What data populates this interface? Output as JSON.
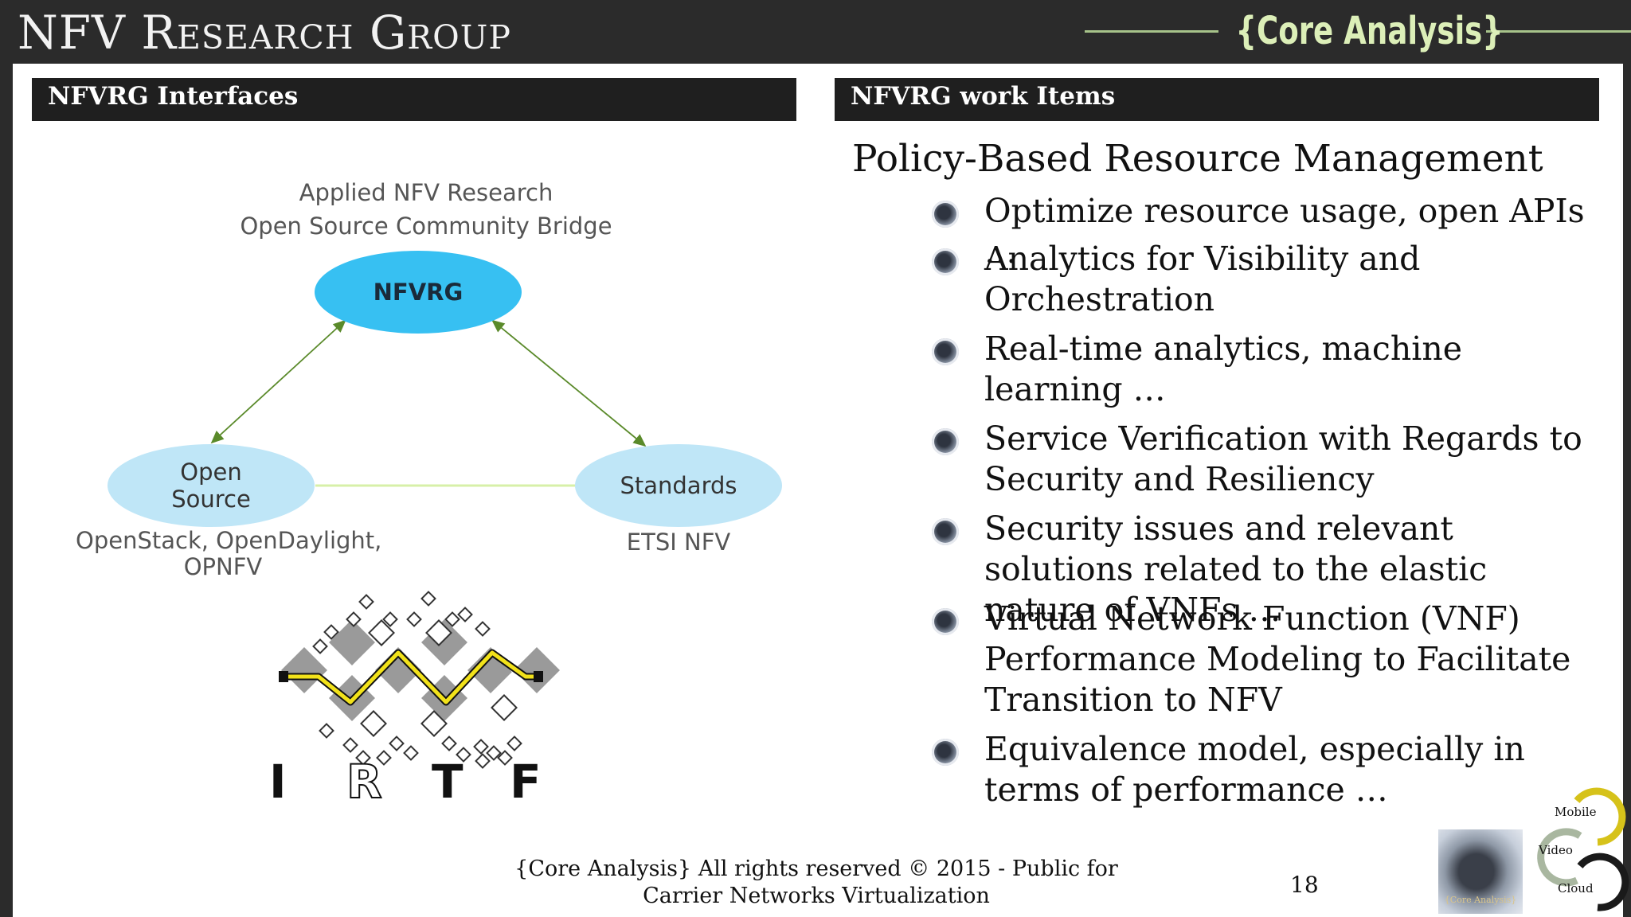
{
  "header": {
    "title": "NFV Research Group",
    "brand": "{Core Analysis}"
  },
  "sections": {
    "left_title": "NFVRG Interfaces",
    "right_title": "NFVRG work Items"
  },
  "diagram": {
    "top_caption_line1": "Applied NFV Research",
    "top_caption_line2": "Open Source Community Bridge",
    "node_nfvrg": "NFVRG",
    "node_open_line1": "Open",
    "node_open_line2": "Source",
    "node_standards": "Standards",
    "open_caption_line1": "OpenStack, OpenDaylight,",
    "open_caption_line2": "OPNFV",
    "std_caption": "ETSI NFV",
    "logo_letters": [
      "I",
      "R",
      "T",
      "F"
    ]
  },
  "work_items": {
    "title": "Policy-Based Resource Management",
    "items": [
      "Optimize resource usage, open APIs …",
      "Analytics for Visibility and Orchestration",
      "Real-time analytics, machine learning …",
      "Service Verification with Regards to Security and Resiliency",
      "Security issues and relevant solutions related to the elastic nature of VNFs …",
      "Virtual Network Function (VNF) Performance Modeling to Facilitate Transition to NFV",
      "Equivalence model, especially in terms of performance …"
    ]
  },
  "footer": {
    "text": "{Core Analysis} All rights reserved © 2015 - Public for Carrier Networks Virtualization",
    "page_number": "18"
  },
  "corner_logo": {
    "core_text": "{Core Analysis}",
    "labels": [
      "Mobile",
      "Video",
      "Cloud"
    ]
  },
  "colors": {
    "topbar": "#2b2b2b",
    "brand_green": "#dcefb8",
    "header_bar": "#1f1f1f",
    "nfvrg_node": "#37c0f2",
    "side_nodes": "#bfe6f7",
    "arrow": "#5a8a2a",
    "arrow_light": "#d7f0a8",
    "mobile_ring": "#d6c21a",
    "video_ring": "#a9b7a0",
    "cloud_ring": "#1a1a1a"
  }
}
